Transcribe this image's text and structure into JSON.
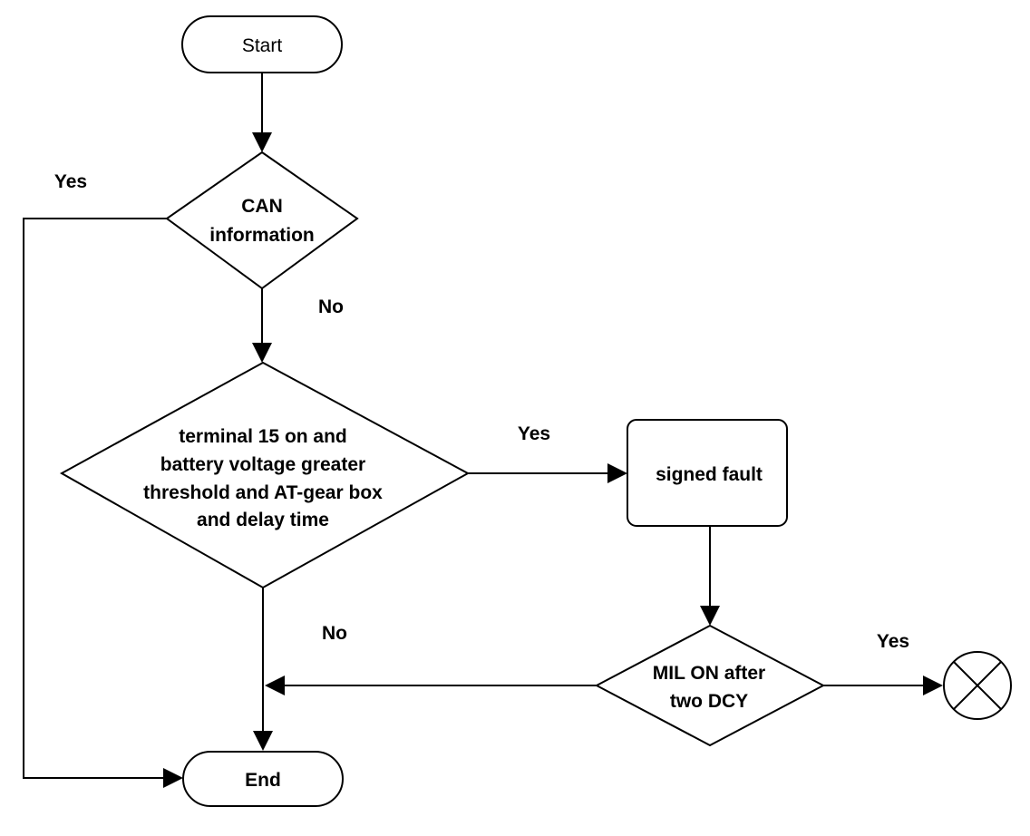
{
  "diagram": {
    "nodes": {
      "start": {
        "label": "Start"
      },
      "can_decision": {
        "lines": [
          "CAN",
          "information"
        ]
      },
      "terminal_decision": {
        "lines": [
          "terminal 15 on and",
          "battery voltage greater",
          "threshold and AT-gear box",
          "and delay time"
        ]
      },
      "signed_fault": {
        "label": "signed fault"
      },
      "mil_decision": {
        "lines": [
          "MIL ON after",
          "two DCY"
        ]
      },
      "end": {
        "label": "End"
      }
    },
    "edge_labels": {
      "can_yes": "Yes",
      "can_no": "No",
      "terminal_yes": "Yes",
      "terminal_no": "No",
      "mil_yes": "Yes"
    }
  }
}
